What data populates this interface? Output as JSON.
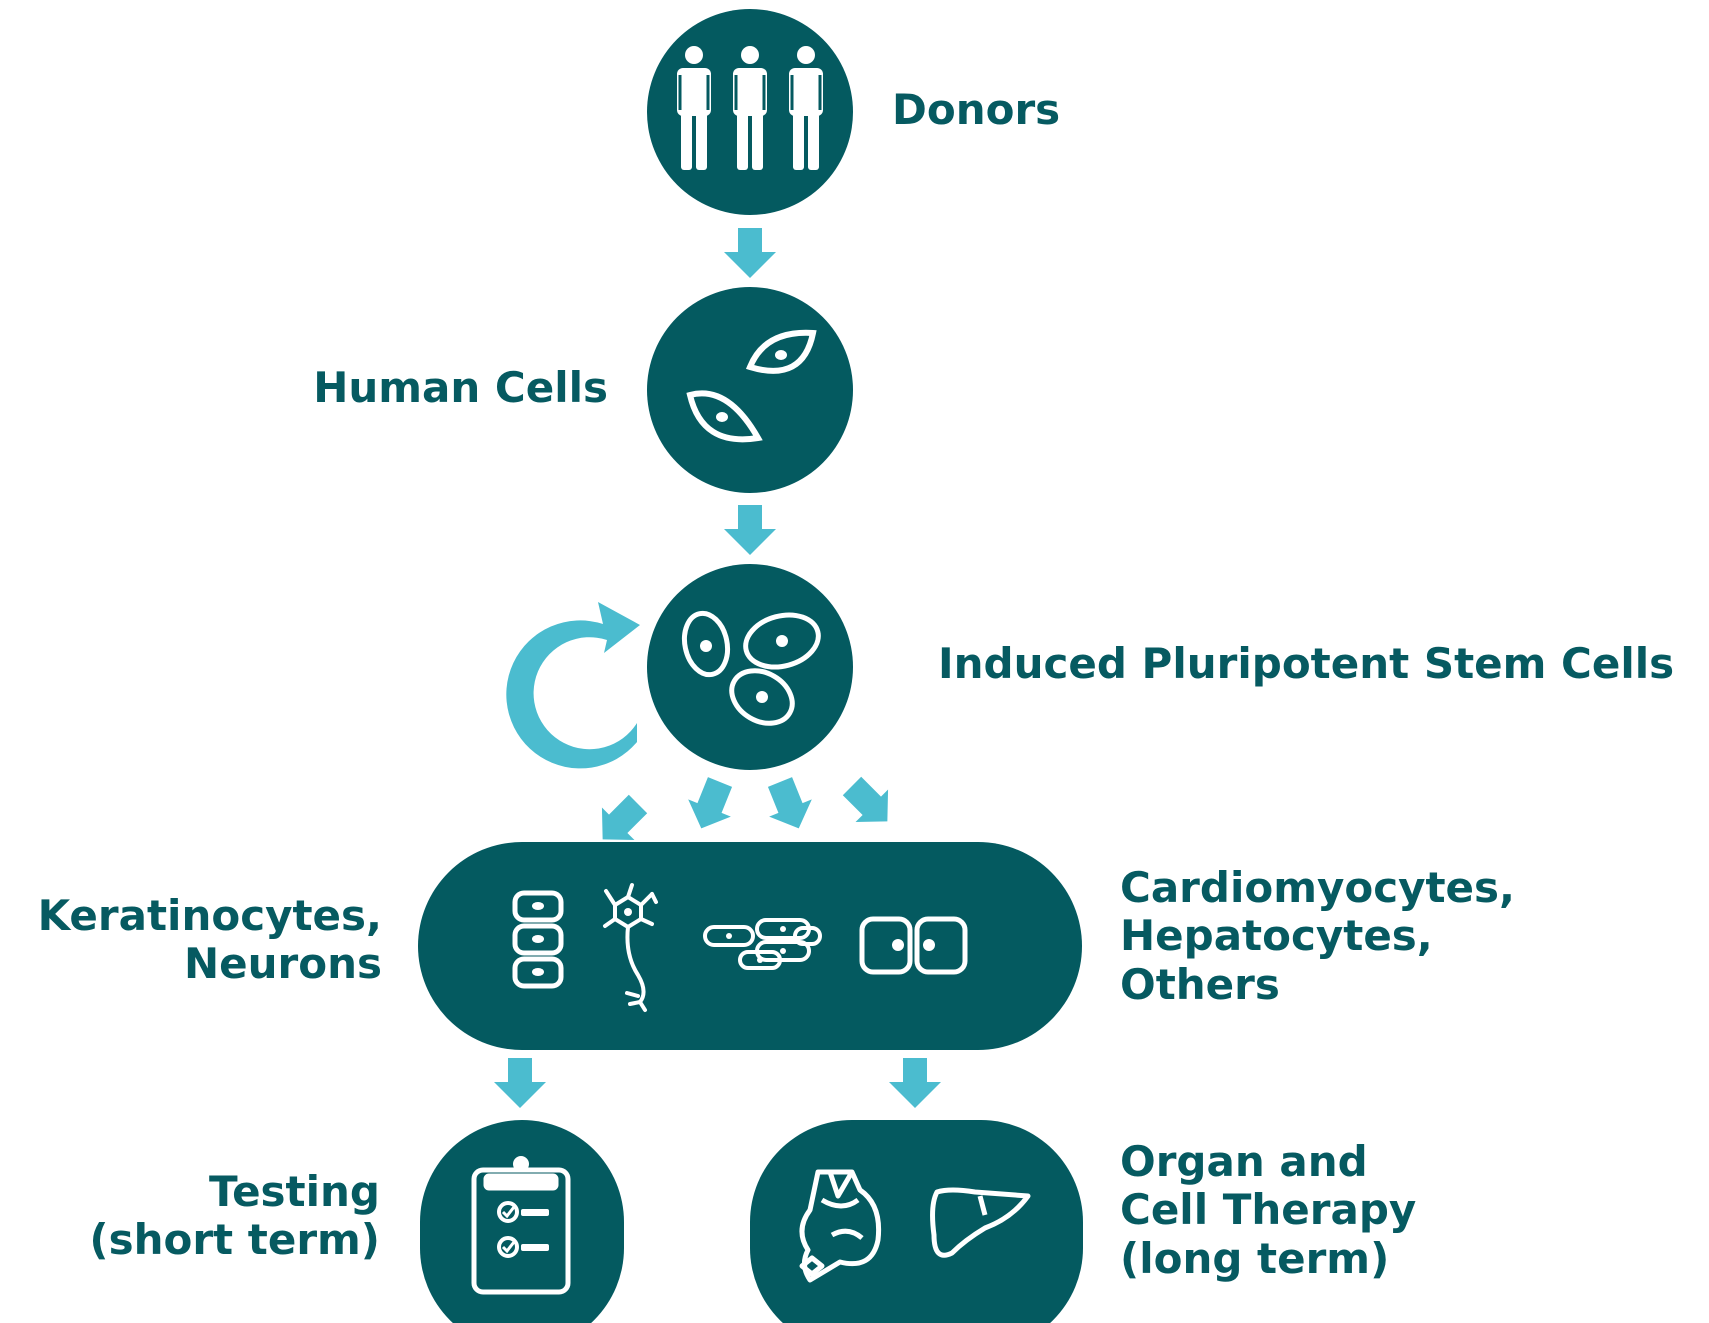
{
  "colors": {
    "node": "#045a60",
    "arrow": "#4bbccf",
    "label": "#065a61",
    "icon": "#ffffff"
  },
  "nodes": [
    {
      "id": "donors",
      "label": "Donors",
      "icon": "people-icon"
    },
    {
      "id": "human-cells",
      "label": "Human Cells",
      "icon": "fibroblast-cells-icon"
    },
    {
      "id": "ipsc",
      "label": "Induced Pluripotent Stem Cells",
      "icon": "stem-cells-icon"
    },
    {
      "id": "differentiated",
      "label_left": [
        "Keratinocytes,",
        "Neurons"
      ],
      "label_right": [
        "Cardiomyocytes,",
        "Hepatocytes,",
        "Others"
      ],
      "icons": [
        "keratinocyte-icon",
        "neuron-icon",
        "cardiomyocyte-icon",
        "hepatocyte-icon"
      ]
    },
    {
      "id": "testing",
      "label": [
        "Testing",
        "(short term)"
      ],
      "icon": "clipboard-checklist-icon"
    },
    {
      "id": "therapy",
      "label": [
        "Organ and",
        "Cell Therapy",
        "(long term)"
      ],
      "icons": [
        "heart-icon",
        "liver-icon"
      ]
    }
  ]
}
